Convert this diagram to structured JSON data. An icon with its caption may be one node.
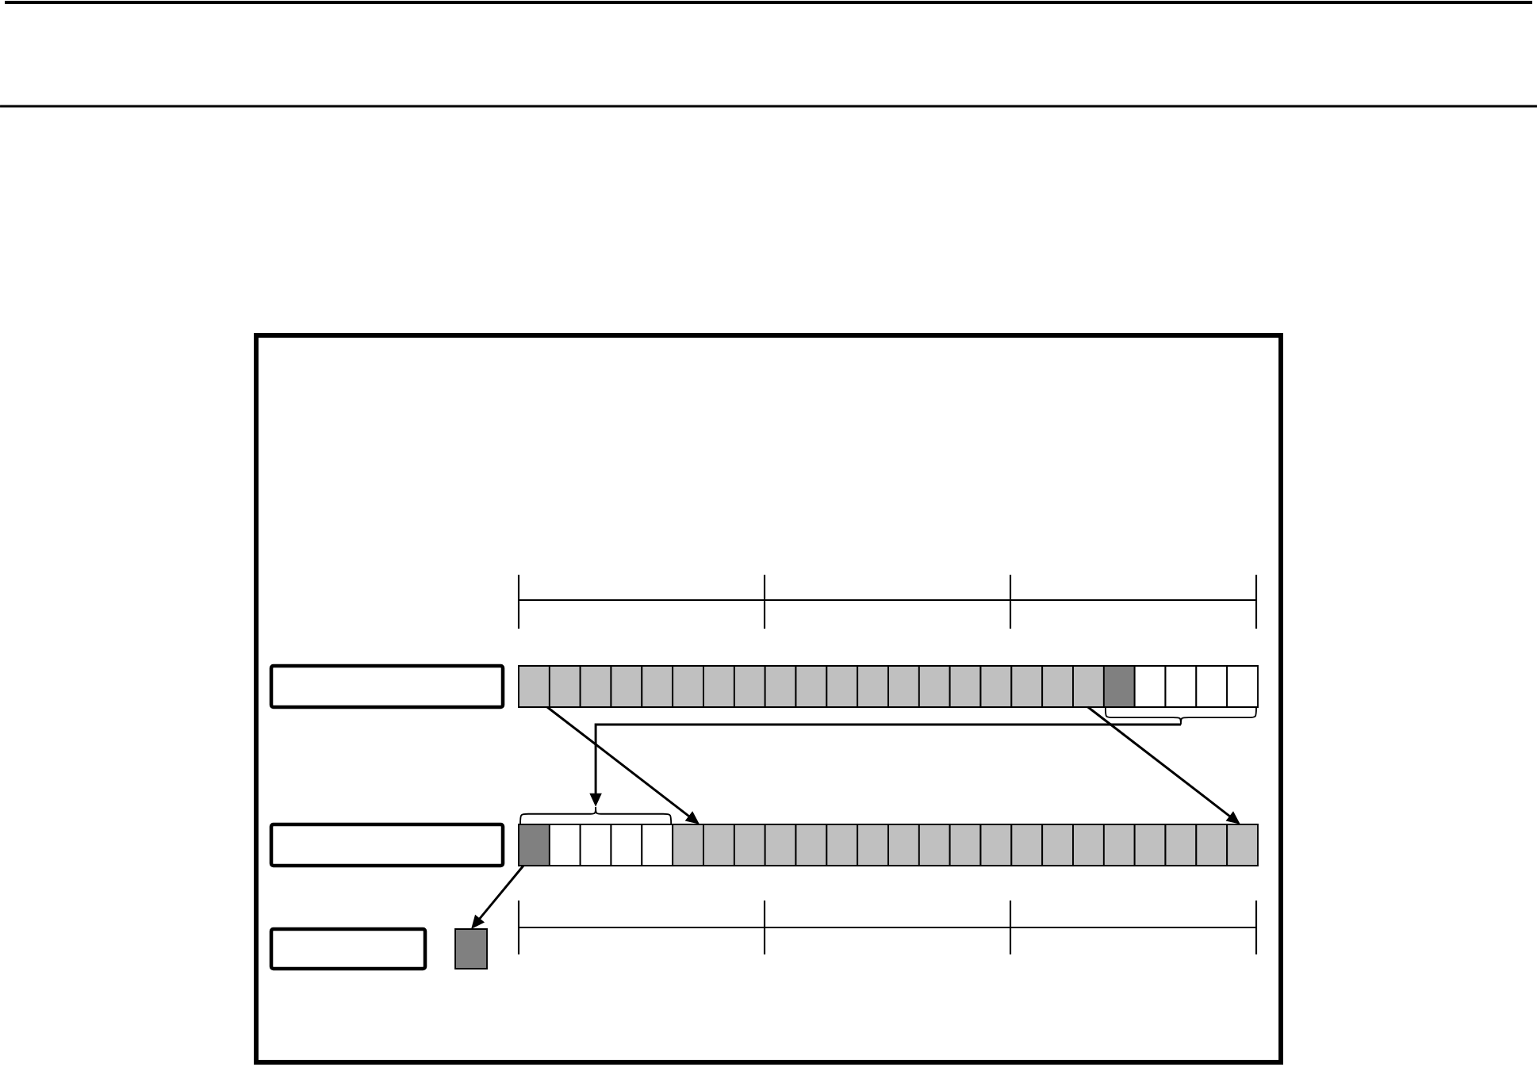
{
  "diagram": {
    "nodes": [
      {
        "text": [],
        "shape": "box"
      },
      {
        "text": [],
        "shape": "bar"
      },
      {
        "text": [],
        "shape": "bar"
      },
      {
        "text": [],
        "shape": "box"
      },
      {
        "text": [],
        "shape": "bar"
      },
      {
        "text": [],
        "shape": "bar"
      },
      {
        "text": [],
        "shape": "box"
      },
      {
        "text": [],
        "shape": "box"
      }
    ],
    "edges": [
      {
        "from": 1,
        "to": 5,
        "arrow": "to"
      },
      {
        "from": 2,
        "to": 4,
        "arrow": "to"
      },
      {
        "from": 1,
        "to": 5,
        "arrow": "to"
      },
      {
        "from": 4,
        "to": 7,
        "arrow": "to"
      }
    ]
  }
}
